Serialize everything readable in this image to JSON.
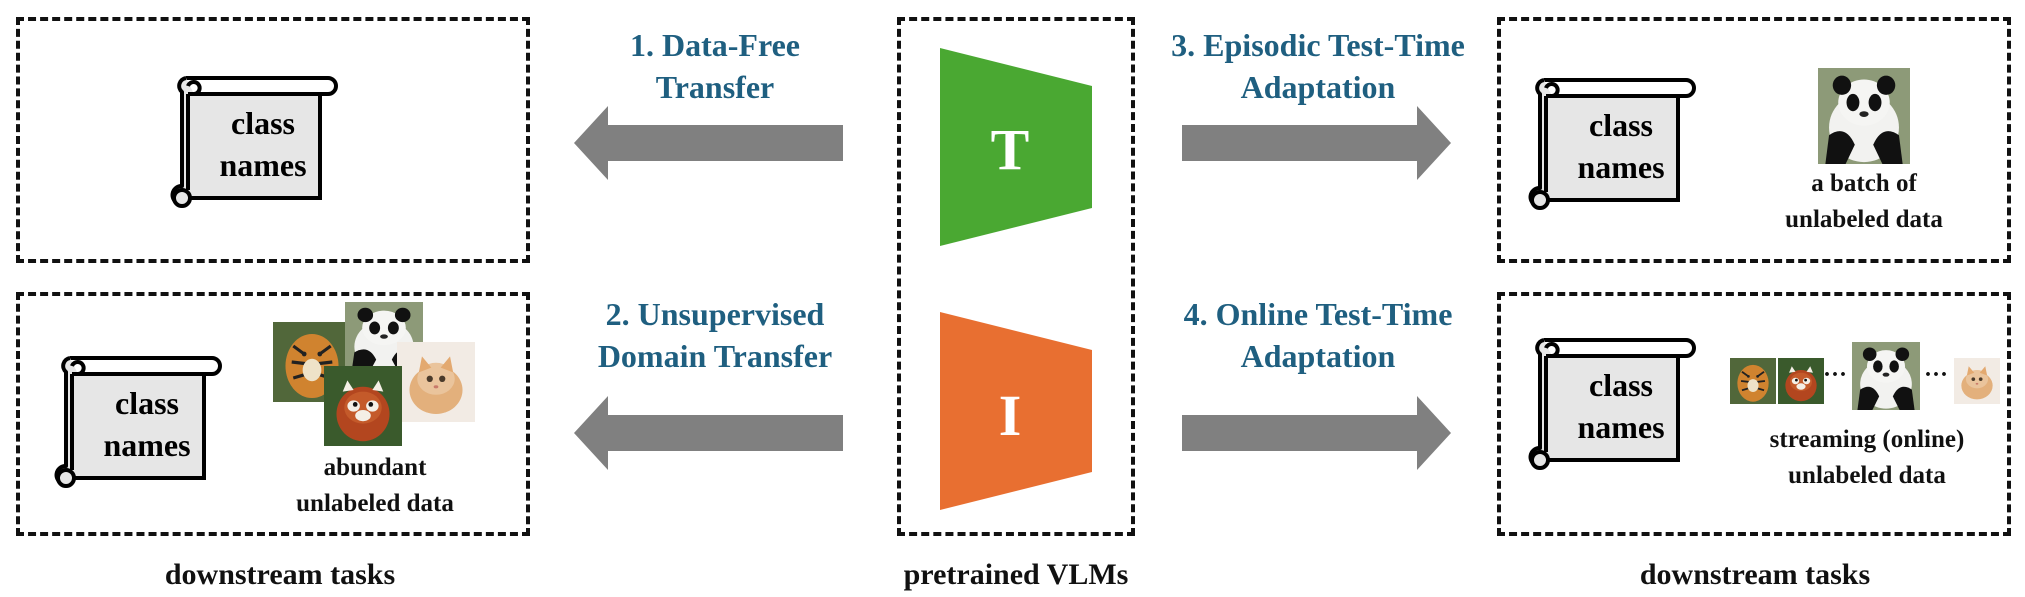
{
  "vlm": {
    "text_encoder_label": "T",
    "image_encoder_label": "I",
    "text_encoder_color": "#4aa832",
    "image_encoder_color": "#e86f31",
    "caption": "pretrained VLMs"
  },
  "arrow_color": "#808080",
  "title_color": "#1f5f80",
  "settings": [
    {
      "title_line1": "1. Data-Free",
      "title_line2": "Transfer"
    },
    {
      "title_line1": "2. Unsupervised",
      "title_line2": "Domain Transfer"
    },
    {
      "title_line1": "3. Episodic Test-Time",
      "title_line2": "Adaptation"
    },
    {
      "title_line1": "4. Online Test-Time",
      "title_line2": "Adaptation"
    }
  ],
  "scroll": {
    "line1": "class",
    "line2": "names"
  },
  "data_captions": {
    "abundant_line1": "abundant",
    "abundant_line2": "unlabeled data",
    "batch_line1": "a batch of",
    "batch_line2": "unlabeled data",
    "streaming_line1": "streaming (online)",
    "streaming_line2": "unlabeled data",
    "ellipsis": "···"
  },
  "footer": {
    "left": "downstream tasks",
    "right": "downstream tasks"
  }
}
